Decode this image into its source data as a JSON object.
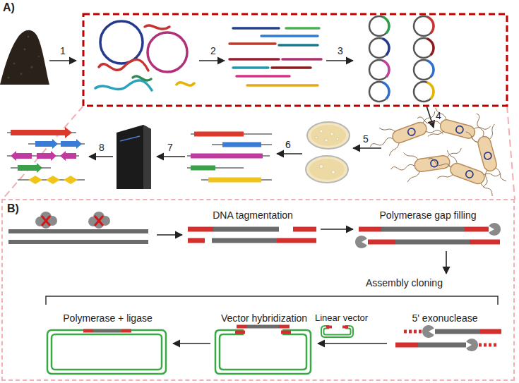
{
  "diagram": {
    "nodes": [
      {
        "text": [
          "B)"
        ]
      },
      {
        "text": [
          "DNA tagmentation"
        ],
        "in": 0
      },
      {
        "text": [
          "Polymerase gap filling"
        ],
        "in": 0
      },
      {
        "text": [
          "Assembly cloning"
        ],
        "in": 0
      },
      {
        "text": [
          "5' exonuclease"
        ],
        "in": 3
      },
      {
        "text": [
          "Vector hybridization"
        ],
        "in": 3
      },
      {
        "text": [
          "Polymerase + ligase"
        ],
        "in": 3
      }
    ],
    "edges": [
      {
        "from": 1,
        "to": 2,
        "arrow": "to"
      },
      {
        "from": 2,
        "to": 3,
        "arrow": "to"
      },
      {
        "from": 4,
        "to": 5,
        "arrow": "to"
      },
      {
        "from": 5,
        "to": 6,
        "arrow": "to"
      }
    ],
    "labels": [
      "A)",
      "1",
      "2",
      "3",
      "4",
      "5",
      "6",
      "7",
      "8",
      "Linear vector"
    ]
  }
}
